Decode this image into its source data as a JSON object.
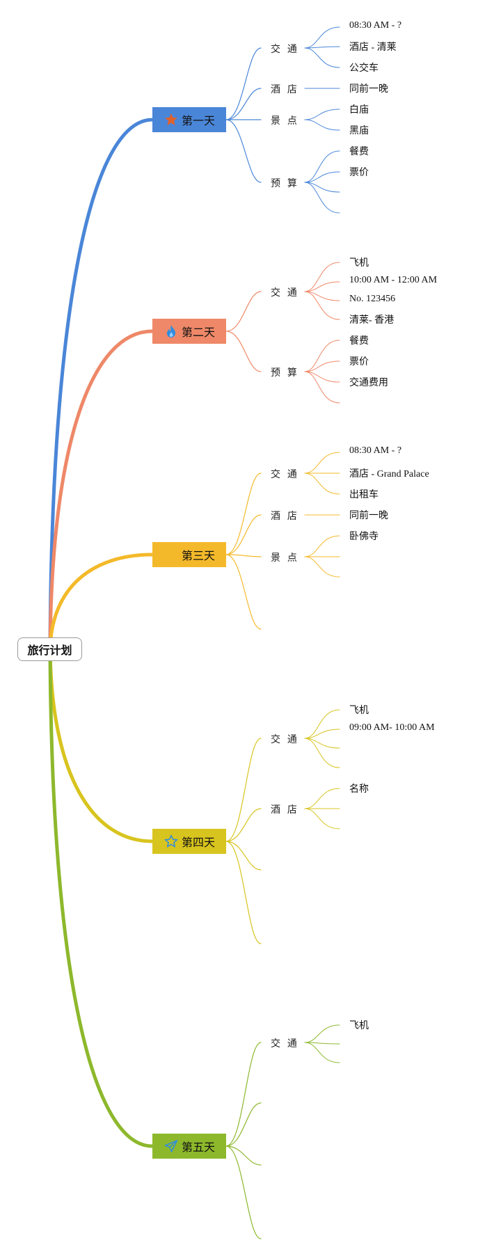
{
  "root": {
    "label": "旅行计划"
  },
  "days": [
    {
      "label": "第一天",
      "color": "#4a86d8",
      "icon": "star-icon",
      "icon_color": "#e0622a",
      "categories": [
        {
          "label": "交 通",
          "leaves": [
            "08:30 AM - ?",
            "酒店 - 清莱",
            "公交车"
          ]
        },
        {
          "label": "酒 店",
          "leaves": [
            "同前一晚"
          ]
        },
        {
          "label": "景 点",
          "leaves": [
            "白庙",
            "黑庙"
          ]
        },
        {
          "label": "预 算",
          "leaves": [
            "餐费",
            "票价",
            "",
            ""
          ]
        }
      ]
    },
    {
      "label": "第二天",
      "color": "#ee8868",
      "icon": "flame-icon",
      "icon_color": "#2f8de0",
      "categories": [
        {
          "label": "交 通",
          "leaves": [
            "飞机",
            "10:00 AM - 12:00 AM",
            "No. 123456",
            "清莱- 香港"
          ]
        },
        {
          "label": "预 算",
          "leaves": [
            "餐费",
            "票价",
            "交通费用",
            ""
          ]
        }
      ]
    },
    {
      "label": "第三天",
      "color": "#f4b92a",
      "icon": "none",
      "icon_color": "",
      "categories": [
        {
          "label": "交 通",
          "leaves": [
            "08:30 AM -  ?",
            "酒店 - Grand Palace",
            "出租车"
          ]
        },
        {
          "label": "酒 店",
          "leaves": [
            "同前一晚"
          ]
        },
        {
          "label": "景 点",
          "leaves": [
            "卧佛寺",
            "",
            ""
          ]
        },
        {
          "label": "",
          "leaves": []
        }
      ]
    },
    {
      "label": "第四天",
      "color": "#d8c41e",
      "icon": "star-outline-icon",
      "icon_color": "#2f8de0",
      "categories": [
        {
          "label": "交 通",
          "leaves": [
            "飞机",
            "09:00 AM- 10:00 AM",
            "",
            ""
          ]
        },
        {
          "label": "酒 店",
          "leaves": [
            "名称",
            "",
            ""
          ]
        },
        {
          "label": "",
          "leaves": []
        },
        {
          "label": "",
          "leaves": []
        }
      ]
    },
    {
      "label": "第五天",
      "color": "#8db82c",
      "icon": "paper-plane-icon",
      "icon_color": "#2f8de0",
      "categories": [
        {
          "label": "交 通",
          "leaves": [
            "飞机",
            "",
            ""
          ]
        },
        {
          "label": "",
          "leaves": []
        },
        {
          "label": "",
          "leaves": []
        },
        {
          "label": "",
          "leaves": []
        }
      ]
    }
  ]
}
